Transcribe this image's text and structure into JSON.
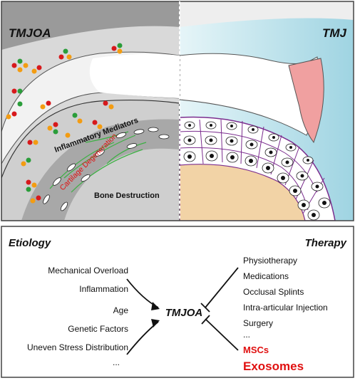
{
  "top_panel": {
    "left_title": "TMJOA",
    "right_title": "TMJ",
    "label_inflammatory": "Inflammatory Mediators",
    "label_cartilage": "Cartilage Degeneration",
    "label_bone": "Bone Destruction"
  },
  "bottom_panel": {
    "etiology_heading": "Etiology",
    "therapy_heading": "Therapy",
    "center_label": "TMJOA",
    "etiology_items": [
      "Mechanical Overload",
      "Inflammation",
      "Age",
      "Genetic Factors",
      "Uneven Stress Distribution",
      "..."
    ],
    "therapy_items": [
      "Physiotherapy",
      "Medications",
      "Occlusal Splints",
      "Intra-articular Injection",
      "Surgery",
      "..."
    ],
    "therapy_highlight_1": "MSCs",
    "therapy_highlight_2": "Exosomes"
  },
  "colors": {
    "dot_red": "#d7191c",
    "dot_orange": "#f39c12",
    "dot_green": "#2a9d3a",
    "highlight_red": "#e01010",
    "synovium_pink": "#f0a0a0",
    "bone_tan": "#f2d3a6",
    "chondrocyte_purple": "#7b2d8e",
    "tmj_blue": "#bde3ec"
  }
}
